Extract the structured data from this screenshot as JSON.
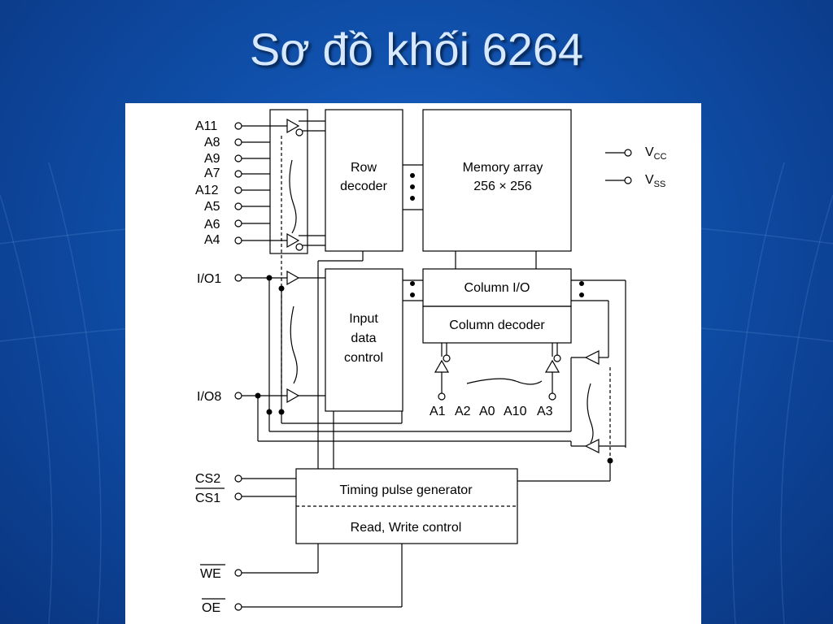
{
  "title": "Sơ đồ khối 6264",
  "diagram": {
    "address_pins": [
      "A11",
      "A8",
      "A9",
      "A7",
      "A12",
      "A5",
      "A6",
      "A4"
    ],
    "io_pins": [
      "I/O1",
      "I/O8"
    ],
    "control_pins": {
      "cs2": "CS2",
      "cs1": "CS1",
      "we": "WE",
      "oe": "OE"
    },
    "power": {
      "vcc_main": "V",
      "vcc_sub": "CC",
      "vss_main": "V",
      "vss_sub": "SS"
    },
    "blocks": {
      "row_decoder": [
        "Row",
        "decoder"
      ],
      "memory_array": [
        "Memory array",
        "256 × 256"
      ],
      "column_io": "Column I/O",
      "column_decoder": "Column decoder",
      "input_data_control": [
        "Input",
        "data",
        "control"
      ],
      "timing_pulse_generator": "Timing pulse generator",
      "read_write_control": "Read, Write control"
    },
    "column_address_pins": [
      "A1",
      "A2",
      "A0",
      "A10",
      "A3"
    ]
  },
  "colors": {
    "background": "#0f4ea8",
    "title": "#d7e9ff",
    "panel": "#ffffff",
    "line": "#000000"
  }
}
